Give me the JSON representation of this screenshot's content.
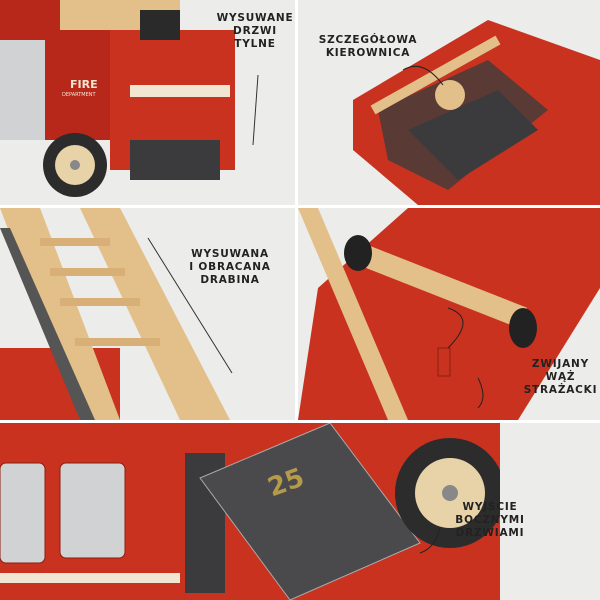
{
  "captions": {
    "rear_door": [
      "WYSUWANE",
      "DRZWI",
      "TYLNE"
    ],
    "steering": [
      "SZCZEGÓŁOWA",
      "KIEROWNICA"
    ],
    "ladder": [
      "WYSUWANA",
      "I OBRACANA",
      "DRABINA"
    ],
    "hose": [
      "ZWIJANY",
      "WĄŻ",
      "STRAŻACKI"
    ],
    "side_door": [
      "WYJŚCIE",
      "BOCZNYMI",
      "DRZWIAMI"
    ]
  },
  "truck_text": {
    "number": "25",
    "side_label": "FIRE",
    "dept": "DEPARTMENT"
  },
  "colors": {
    "truck_red": "#c8321f",
    "wood": "#e3c08a",
    "background": "#ececea",
    "step_gray": "#4a4a4c"
  }
}
